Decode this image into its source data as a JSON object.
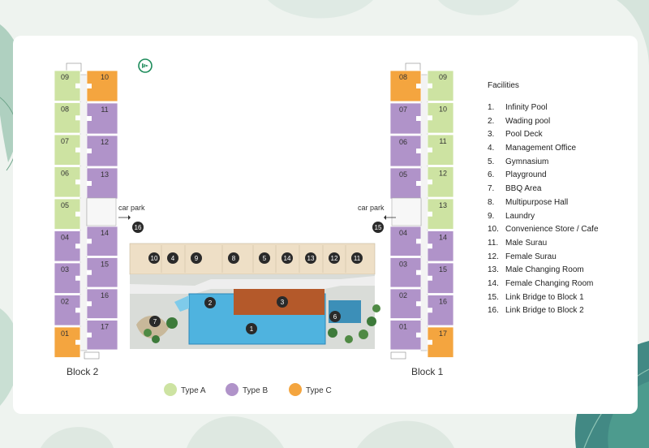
{
  "colors": {
    "type_a": "#cde3a2",
    "type_b": "#b093c9",
    "type_c": "#f4a53f",
    "deck": "#eedfc6",
    "pool": "#4fb3df",
    "wood": "#b4592a",
    "marker": "#2a2a2a"
  },
  "north_icon": "compass-north-arrow-icon",
  "blocks": {
    "block2": {
      "label": "Block 2",
      "car_park": "car park",
      "car_park_marker": "16",
      "left_units": [
        {
          "n": "09",
          "t": "A"
        },
        {
          "n": "08",
          "t": "A"
        },
        {
          "n": "07",
          "t": "A"
        },
        {
          "n": "06",
          "t": "A"
        },
        {
          "n": "05",
          "t": "A"
        },
        {
          "n": "04",
          "t": "B"
        },
        {
          "n": "03",
          "t": "B"
        },
        {
          "n": "02",
          "t": "B"
        },
        {
          "n": "01",
          "t": "C"
        }
      ],
      "right_units": [
        {
          "n": "10",
          "t": "C"
        },
        {
          "n": "11",
          "t": "B"
        },
        {
          "n": "12",
          "t": "B"
        },
        {
          "n": "13",
          "t": "B"
        },
        {
          "n": "14",
          "t": "B"
        },
        {
          "n": "15",
          "t": "B"
        },
        {
          "n": "16",
          "t": "B"
        },
        {
          "n": "17",
          "t": "B"
        }
      ]
    },
    "block1": {
      "label": "Block 1",
      "car_park": "car park",
      "car_park_marker": "15",
      "left_units": [
        {
          "n": "08",
          "t": "C"
        },
        {
          "n": "07",
          "t": "B"
        },
        {
          "n": "06",
          "t": "B"
        },
        {
          "n": "05",
          "t": "B"
        },
        {
          "n": "04",
          "t": "B"
        },
        {
          "n": "03",
          "t": "B"
        },
        {
          "n": "02",
          "t": "B"
        },
        {
          "n": "01",
          "t": "B"
        }
      ],
      "right_units": [
        {
          "n": "09",
          "t": "A"
        },
        {
          "n": "10",
          "t": "A"
        },
        {
          "n": "11",
          "t": "A"
        },
        {
          "n": "12",
          "t": "A"
        },
        {
          "n": "13",
          "t": "A"
        },
        {
          "n": "14",
          "t": "B"
        },
        {
          "n": "15",
          "t": "B"
        },
        {
          "n": "16",
          "t": "B"
        },
        {
          "n": "17",
          "t": "C"
        }
      ]
    }
  },
  "deck_rooms": [
    "10",
    "4",
    "9",
    "8",
    "5",
    "14",
    "13",
    "12",
    "11"
  ],
  "site_markers": [
    "1",
    "2",
    "3",
    "6",
    "7"
  ],
  "legend": [
    {
      "key": "A",
      "label": "Type A"
    },
    {
      "key": "B",
      "label": "Type B"
    },
    {
      "key": "C",
      "label": "Type C"
    }
  ],
  "facilities": {
    "title": "Facilities",
    "items": [
      {
        "num": "1.",
        "name": "Infinity Pool"
      },
      {
        "num": "2.",
        "name": "Wading pool"
      },
      {
        "num": "3.",
        "name": "Pool Deck"
      },
      {
        "num": "4.",
        "name": "Management Office"
      },
      {
        "num": "5.",
        "name": "Gymnasium"
      },
      {
        "num": "6.",
        "name": "Playground"
      },
      {
        "num": "7.",
        "name": "BBQ Area"
      },
      {
        "num": "8.",
        "name": "Multipurpose Hall"
      },
      {
        "num": "9.",
        "name": "Laundry"
      },
      {
        "num": "10.",
        "name": "Convenience Store / Cafe"
      },
      {
        "num": "11.",
        "name": "Male Surau"
      },
      {
        "num": "12.",
        "name": "Female Surau"
      },
      {
        "num": "13.",
        "name": "Male Changing Room"
      },
      {
        "num": "14.",
        "name": "Female Changing Room"
      },
      {
        "num": "15.",
        "name": "Link Bridge to Block 1"
      },
      {
        "num": "16.",
        "name": "Link Bridge to Block 2"
      }
    ]
  }
}
